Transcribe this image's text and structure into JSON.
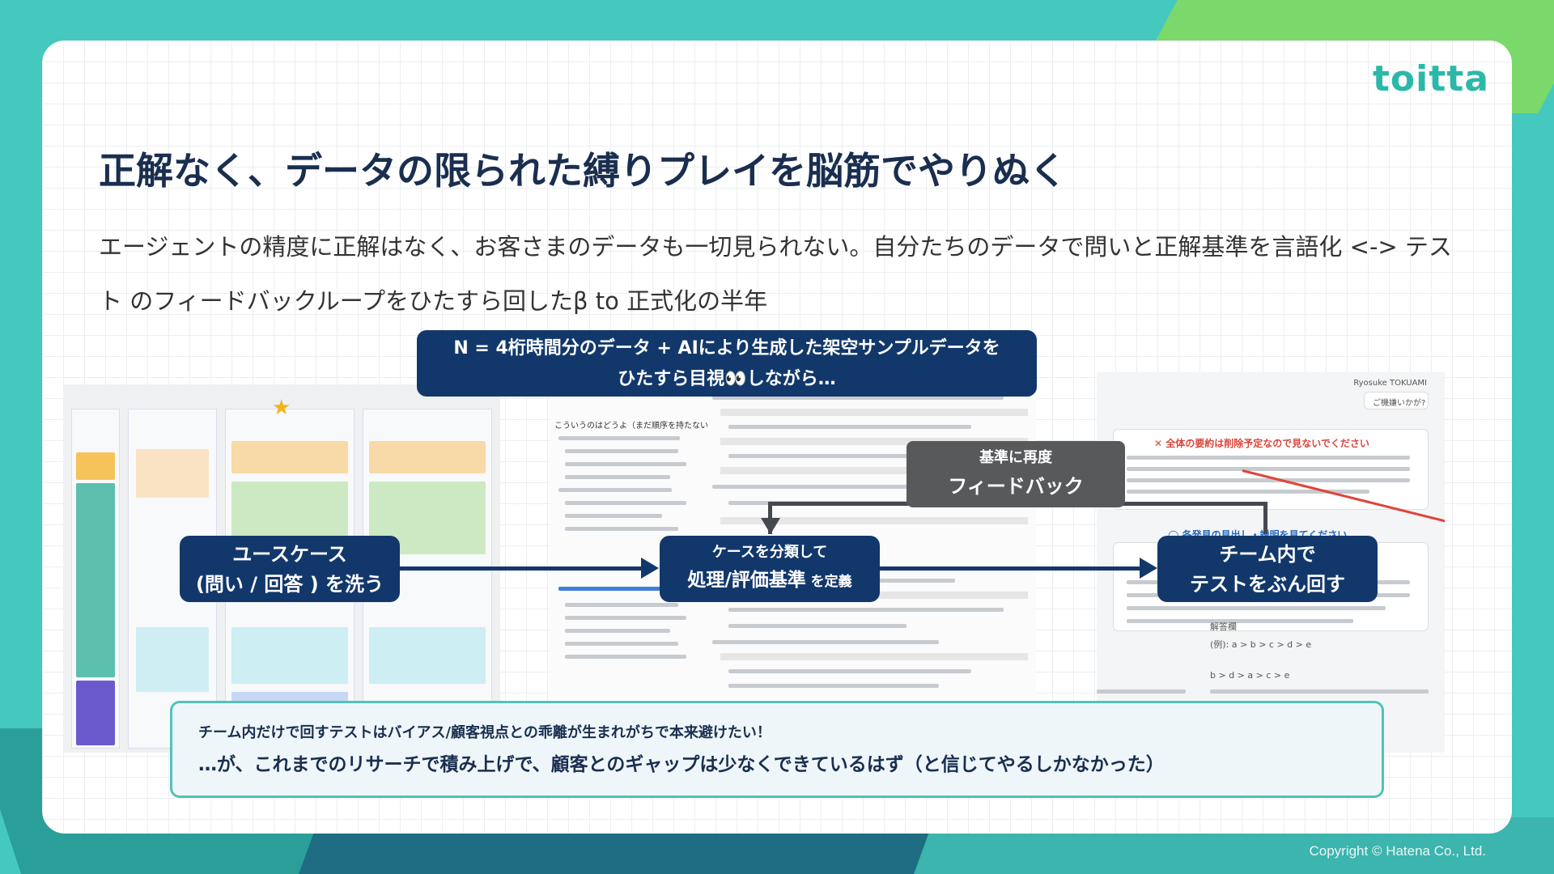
{
  "brand": {
    "logo_text": "toitta",
    "logo_color": "#2cb8a8"
  },
  "slide": {
    "title": "正解なく、データの限られた縛りプレイを脳筋でやりぬく",
    "description": "エージェントの精度に正解はなく、お客さまのデータも一切見られない。自分たちのデータで問いと正解基準を言語化 <-> テスト のフィードバックループをひたすら回したβ to 正式化の半年"
  },
  "callouts": {
    "data_line1": "N = 4桁時間分のデータ + AIにより生成した架空サンプルデータを",
    "data_line2": "ひたすら目視👀しながら…",
    "feedback_line1": "基準に再度",
    "feedback_line2": "フィードバック"
  },
  "flow": {
    "usecase_line1": "ユースケース",
    "usecase_line2": "(問い / 回答 ) を洗う",
    "classify_line1": "ケースを分類して",
    "classify_line2_main": "処理/評価基準",
    "classify_line2_small": " を定義",
    "team_line1": "チーム内で",
    "team_line2": "テストをぶん回す"
  },
  "note": {
    "line1": "チーム内だけで回すテストはバイアス/顧客視点との乖離が生まれがちで本来避けたい！",
    "line2": "…が、これまでのリサーチで積み上げで、顧客とのギャップは少なくできているはず（と信じてやるしかなかった）"
  },
  "screenshots": {
    "chat_user": "Ryosuke TOKUAMI",
    "chat_question": "ご機嫌いかが?",
    "chat_warning": "✕ 全体の要約は削除予定なので見ないでください",
    "chat_ok": "◯ 各発見の見出し・説明を見てください",
    "answer_label": "解答欄",
    "answer_example": "(例): a > b > c > d > e",
    "answer_value": "b > d > a > c > e",
    "doc_heading": "こういうのはどうよ（まだ順序を持たない"
  },
  "footer": {
    "copyright": "Copyright © Hatena Co., Ltd."
  },
  "colors": {
    "navy": "#12386b",
    "feedback_gray": "#58595b",
    "note_border": "#52c2ba",
    "background_teal": "#45c8be",
    "background_green": "#7bd86a"
  }
}
